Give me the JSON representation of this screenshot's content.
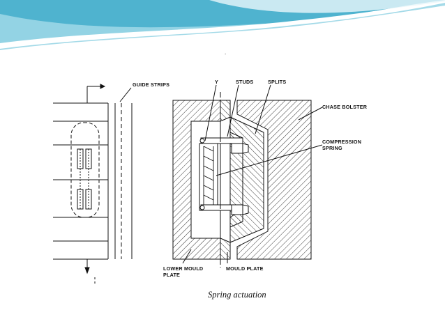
{
  "slide": {
    "header_colors": {
      "teal": "#4fb3cf",
      "light_teal": "#9ad6e6",
      "white": "#ffffff"
    }
  },
  "figure": {
    "caption": "Spring actuation",
    "top_mark": ".",
    "labels": {
      "guide_strips": "GUIDE STRIPS",
      "y": "Y",
      "studs": "STUDS",
      "splits": "SPLITS",
      "chase_bolster": "CHASE BOLSTER",
      "compression_1": "COMPRESSION",
      "compression_2": "SPRING",
      "lower_1": "LOWER MOULD",
      "lower_2": "PLATE",
      "mould_plate": "MOULD PLATE"
    }
  }
}
